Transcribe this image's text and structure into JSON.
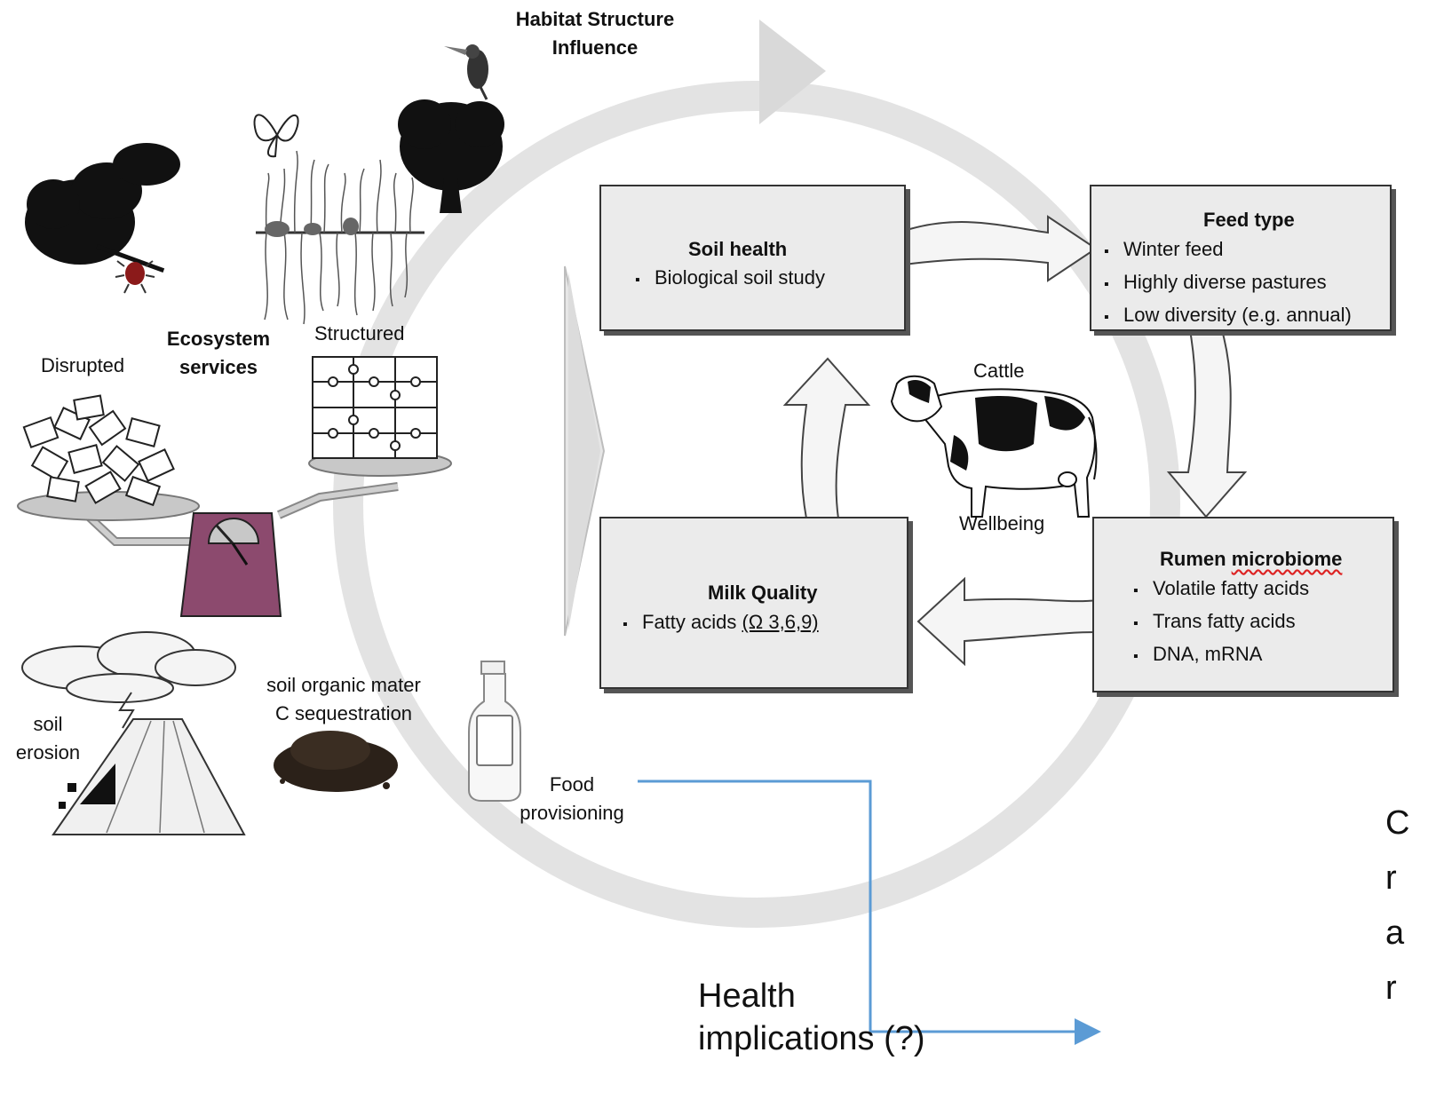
{
  "cycle": {
    "title_line1": "Habitat Structure",
    "title_line2": "Influence"
  },
  "left": {
    "ecosystem_line1": "Ecosystem",
    "ecosystem_line2": "services",
    "disrupted": "Disrupted",
    "structured": "Structured",
    "erosion_line1": "soil",
    "erosion_line2": "erosion",
    "som_line1": "soil organic mater",
    "som_line2": "C sequestration",
    "food_line1": "Food",
    "food_line2": "provisioning"
  },
  "boxes": {
    "soil_health": {
      "title": "Soil health",
      "items": [
        "Biological soil study"
      ]
    },
    "feed_type": {
      "title": "Feed type",
      "items": [
        "Winter feed",
        "Highly diverse pastures",
        "Low diversity (e.g. annual)"
      ]
    },
    "rumen": {
      "title_part1": "Rumen ",
      "title_part2": "microbiome",
      "items": [
        "Volatile fatty acids",
        "Trans fatty acids",
        "DNA, mRNA"
      ]
    },
    "milk": {
      "title": "Milk Quality",
      "item_prefix": "Fatty acids ",
      "item_underlined": "(Ω 3,6,9)"
    }
  },
  "cattle": {
    "top": "Cattle",
    "bottom": "Wellbeing"
  },
  "bottom": {
    "health_line1": "Health",
    "health_line2": "implications (?)"
  },
  "cut_text": [
    "C",
    "r",
    "a",
    "r"
  ],
  "colors": {
    "ring": "#e3e3e3",
    "box_fill": "#ebebeb",
    "arrow_fill": "#f5f5f5",
    "blue_line": "#5b9bd5",
    "scale_body": "#8c4a6e",
    "scale_plate": "#c8c8c8"
  }
}
